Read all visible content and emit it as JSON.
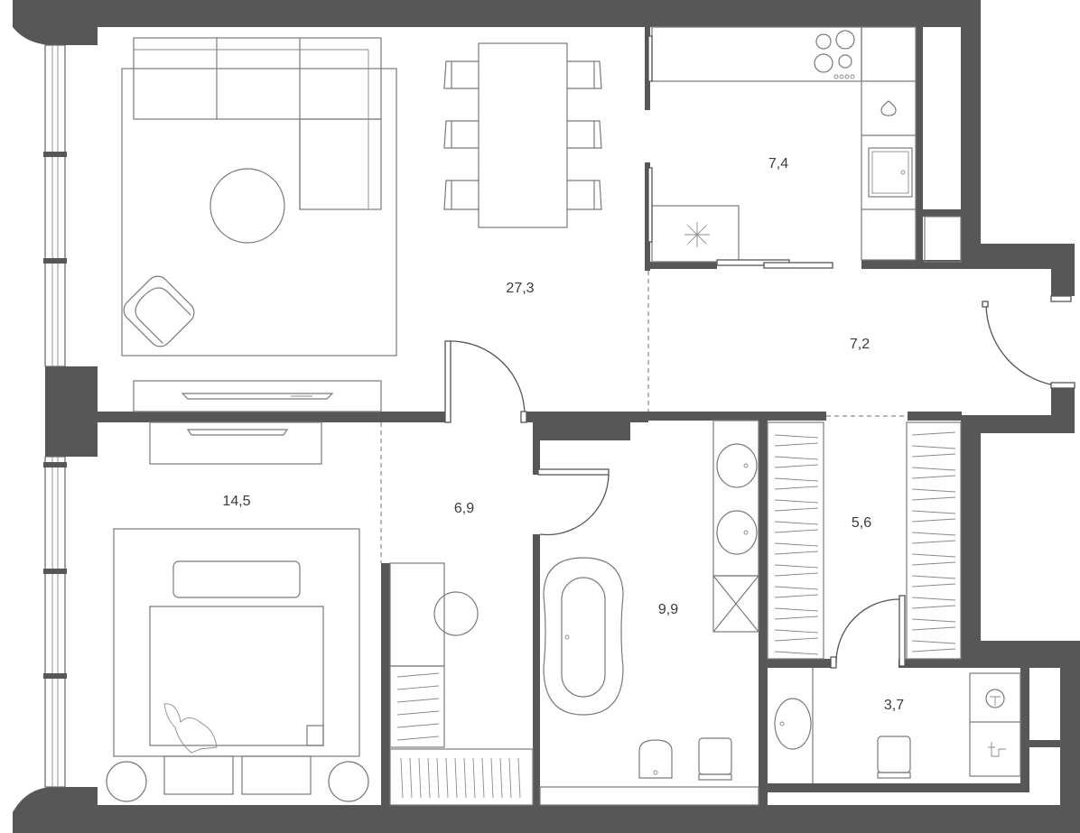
{
  "rooms": {
    "living_kitchen": {
      "area": "27,3"
    },
    "kitchen": {
      "area": "7,4"
    },
    "hall": {
      "area": "7,2"
    },
    "bedroom": {
      "area": "14,5"
    },
    "corridor": {
      "area": "6,9"
    },
    "bathroom": {
      "area": "9,9"
    },
    "wardrobe": {
      "area": "5,6"
    },
    "wc": {
      "area": "3,7"
    }
  },
  "colors": {
    "walls": "#575757",
    "furniture_lines": "#7a7a7a",
    "background": "#ffffff"
  }
}
